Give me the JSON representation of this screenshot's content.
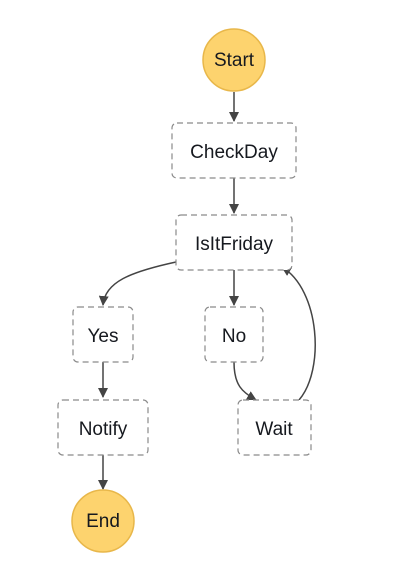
{
  "diagram": {
    "colors": {
      "terminal_fill": "#fdd36e",
      "terminal_stroke": "#e8b74a",
      "box_border": "#8a8a8a",
      "edge": "#444444",
      "text": "#16191f"
    },
    "nodes": {
      "start": {
        "label": "Start",
        "kind": "terminal"
      },
      "check_day": {
        "label": "CheckDay",
        "kind": "state"
      },
      "is_it_friday": {
        "label": "IsItFriday",
        "kind": "choice"
      },
      "yes": {
        "label": "Yes",
        "kind": "state"
      },
      "no": {
        "label": "No",
        "kind": "state"
      },
      "notify": {
        "label": "Notify",
        "kind": "state"
      },
      "wait": {
        "label": "Wait",
        "kind": "state"
      },
      "end": {
        "label": "End",
        "kind": "terminal"
      }
    },
    "edges": [
      {
        "from": "start",
        "to": "check_day"
      },
      {
        "from": "check_day",
        "to": "is_it_friday"
      },
      {
        "from": "is_it_friday",
        "to": "yes"
      },
      {
        "from": "is_it_friday",
        "to": "no"
      },
      {
        "from": "yes",
        "to": "notify"
      },
      {
        "from": "notify",
        "to": "end"
      },
      {
        "from": "no",
        "to": "wait"
      },
      {
        "from": "wait",
        "to": "is_it_friday"
      }
    ]
  }
}
